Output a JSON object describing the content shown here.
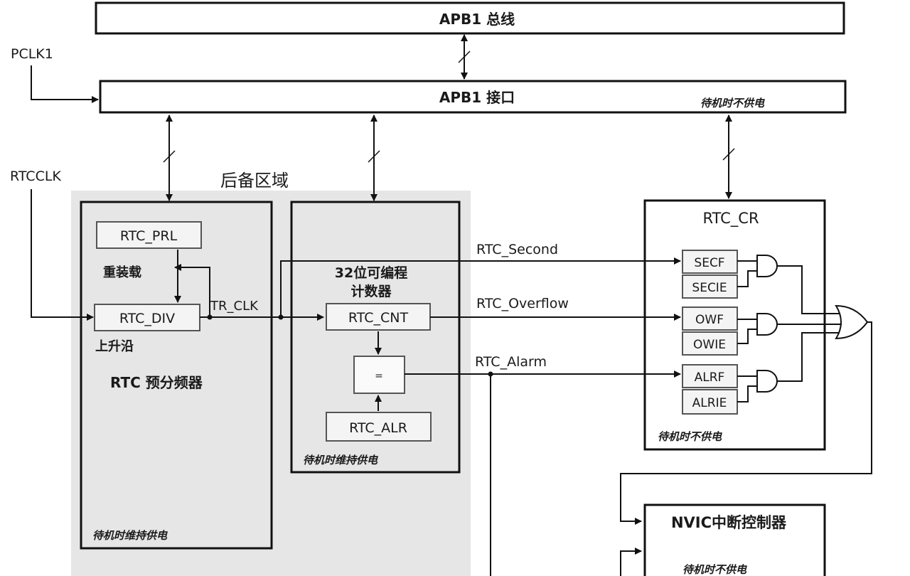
{
  "bus": {
    "apb1_bus": "APB1 总线",
    "apb1_interface": "APB1 接口",
    "standby_note": "待机时不供电"
  },
  "signals": {
    "pclk1": "PCLK1",
    "rtcclk": "RTCCLK",
    "tr_clk": "TR_CLK",
    "rtc_second": "RTC_Second",
    "rtc_overflow": "RTC_Overflow",
    "rtc_alarm": "RTC_Alarm"
  },
  "backup_domain": {
    "title": "后备区域",
    "prescaler": {
      "prl": "RTC_PRL",
      "reload": "重装载",
      "div": "RTC_DIV",
      "rising_edge": "上升沿",
      "name": "RTC 预分频器",
      "power_note": "待机时维持供电"
    },
    "counter": {
      "title_line1": "32位可编程",
      "title_line2": "计数器",
      "cnt": "RTC_CNT",
      "compare": "=",
      "alr": "RTC_ALR",
      "power_note": "待机时维持供电"
    }
  },
  "rtc_cr": {
    "title": "RTC_CR",
    "flags": [
      "SECF",
      "SECIE",
      "OWF",
      "OWIE",
      "ALRF",
      "ALRIE"
    ],
    "power_note": "待机时不供电"
  },
  "nvic": {
    "title": "NVIC中断控制器",
    "power_note": "待机时不供电"
  }
}
